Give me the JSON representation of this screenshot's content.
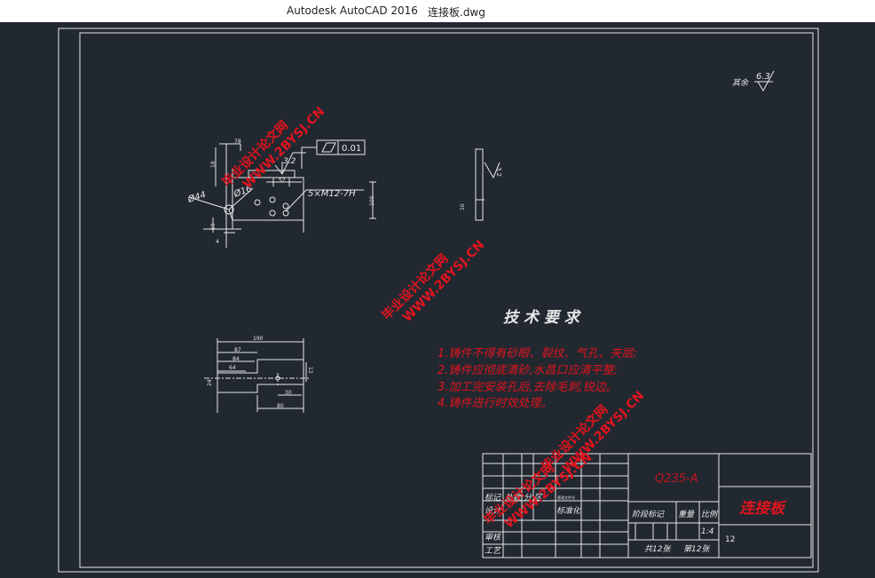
{
  "window": {
    "app_title": "Autodesk AutoCAD 2016",
    "file_name": "连接板.dwg"
  },
  "drawing": {
    "roughness": {
      "prefix": "其余",
      "value": "6.3"
    },
    "front_view": {
      "tolerance_value": "0.01",
      "roughness_value": "3.2",
      "thread_callout": "5×M12-7H",
      "dia_44": "Ø44",
      "dia_16": "Ø16",
      "dim_52": "52",
      "dim_4": "4",
      "dim_19": "19",
      "dim_18": "18",
      "dim_100": "100",
      "dim_78": "78"
    },
    "side_view": {
      "roughness_value": "3.2",
      "dim_10": "10"
    },
    "top_view": {
      "dim_190": "190",
      "dim_87": "87",
      "dim_84": "84",
      "dim_64": "64",
      "dim_12": "12",
      "dim_24": "24",
      "dim_30": "30",
      "dim_80": "80"
    },
    "tech_requirements": {
      "heading": "技 术 要 求",
      "items": [
        "1.铸件不得有砂眼、裂纹、气孔、夹层;",
        "2.铸件应彻底清砂,水昌口应清平整;",
        "3.加工完安装孔后,去除毛刺,锐边。",
        "4.铸件进行时效处理。"
      ]
    },
    "title_block": {
      "material": "Q235-A",
      "part_name": "连接板",
      "labels": {
        "mark": "标记",
        "count": "处数",
        "zone": "分 区",
        "change_doc": "更改文件号",
        "design": "设计",
        "standardize": "标准化",
        "review": "审核",
        "process": "工艺",
        "stage_mark": "阶段标记",
        "weight": "重量",
        "scale_label": "比例"
      },
      "scale": "1:4",
      "sheets_total": "共12张",
      "sheet_no": "第12张",
      "number": "12"
    },
    "watermarks": [
      {
        "line1": "毕业设计论文网",
        "line2": "WWW.2BYSJ.CN"
      },
      {
        "line1": "毕业设计论文网",
        "line2": "WWW.2BYSJ.CN"
      },
      {
        "line1": "毕业设计论文网",
        "line2": "WWW.2BYSJ.CN"
      },
      {
        "line1": "毕业设计论文网",
        "line2": "WWW.2BYSJ.CN"
      }
    ]
  }
}
